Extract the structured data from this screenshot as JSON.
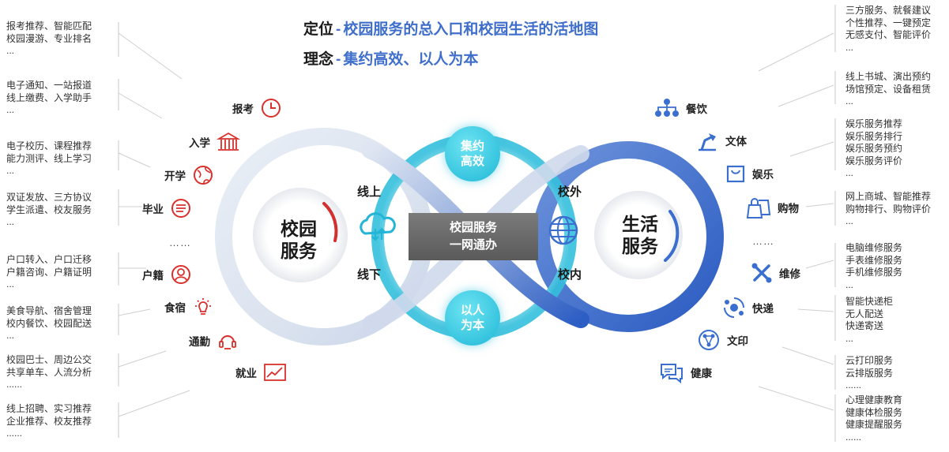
{
  "header": {
    "line1_key": "定位",
    "line1_sep": "-",
    "line1_value": "校园服务的总入口和校园生活的活地图",
    "line2_key": "理念",
    "line2_sep": "-",
    "line2_value": "集约高效、以人为本"
  },
  "center": {
    "left_title_1": "校园",
    "left_title_2": "服务",
    "right_title_1": "生活",
    "right_title_2": "服务",
    "online": "线上",
    "offline": "线下",
    "off_campus": "校外",
    "on_campus": "校内",
    "box_line1": "校园服务",
    "box_line2": "一网通办",
    "bubble_top_1": "集约",
    "bubble_top_2": "高效",
    "bubble_bottom_1": "以人",
    "bubble_bottom_2": "为本"
  },
  "left_items": [
    {
      "label": "报考",
      "icon": "clock-icon"
    },
    {
      "label": "入学",
      "icon": "building-icon"
    },
    {
      "label": "开学",
      "icon": "globe-icon"
    },
    {
      "label": "毕业",
      "icon": "message-icon"
    },
    {
      "label": "户籍",
      "icon": "person-icon"
    },
    {
      "label": "食宿",
      "icon": "lightbulb-icon"
    },
    {
      "label": "通勤",
      "icon": "headset-icon"
    },
    {
      "label": "就业",
      "icon": "chart-icon"
    }
  ],
  "left_dots": "……",
  "right_items": [
    {
      "label": "餐饮",
      "icon": "network-icon"
    },
    {
      "label": "文体",
      "icon": "desk-lamp-icon"
    },
    {
      "label": "娱乐",
      "icon": "bag-icon"
    },
    {
      "label": "购物",
      "icon": "shopping-bags-icon"
    },
    {
      "label": "维修",
      "icon": "tools-icon"
    },
    {
      "label": "快递",
      "icon": "delivery-icon"
    },
    {
      "label": "文印",
      "icon": "share-icon"
    },
    {
      "label": "健康",
      "icon": "chat-icon"
    }
  ],
  "right_dots": "……",
  "left_notes": [
    [
      "报考推荐、智能匹配",
      "校园漫游、专业排名",
      "..."
    ],
    [
      "电子通知、一站报道",
      "线上缴费、入学助手",
      "..."
    ],
    [
      "电子校历、课程推荐",
      "能力测评、线上学习",
      "..."
    ],
    [
      "双证发放、三方协议",
      "学生派遣、校友服务",
      "..."
    ],
    [
      "户口转入、户口迁移",
      "户籍咨询、户籍证明",
      "..."
    ],
    [
      "美食导航、宿舍管理",
      "校内餐饮、校园配送",
      "..."
    ],
    [
      "校园巴士、周边公交",
      "共享单车、人流分析",
      "......"
    ],
    [
      "线上招聘、实习推荐",
      "企业推荐、校友推荐",
      "......"
    ]
  ],
  "right_notes": [
    [
      "三方服务、就餐建议",
      "个性推荐、一键预定",
      "无感支付、智能评价",
      "..."
    ],
    [
      "线上书城、演出预约",
      "场馆预定、设备租赁",
      "..."
    ],
    [
      "娱乐服务推荐",
      "娱乐服务排行",
      "娱乐服务预约",
      "娱乐服务评价",
      "..."
    ],
    [
      "网上商城、智能推荐",
      "购物排行、购物评价",
      "..."
    ],
    [
      "电脑维修服务",
      "手表维修服务",
      "手机维修服务",
      "..."
    ],
    [
      "智能快递柜",
      "无人配送",
      "快递寄送",
      "..."
    ],
    [
      "云打印服务",
      "云排版服务",
      "......"
    ],
    [
      "心理健康教育",
      "健康体检服务",
      "健康提醒服务",
      "......"
    ]
  ],
  "colors": {
    "left_icon": "#d9302c",
    "right_icon": "#3a6fd0",
    "accent_blue": "#3f6ecb",
    "bubble": "#1fb7d6"
  }
}
